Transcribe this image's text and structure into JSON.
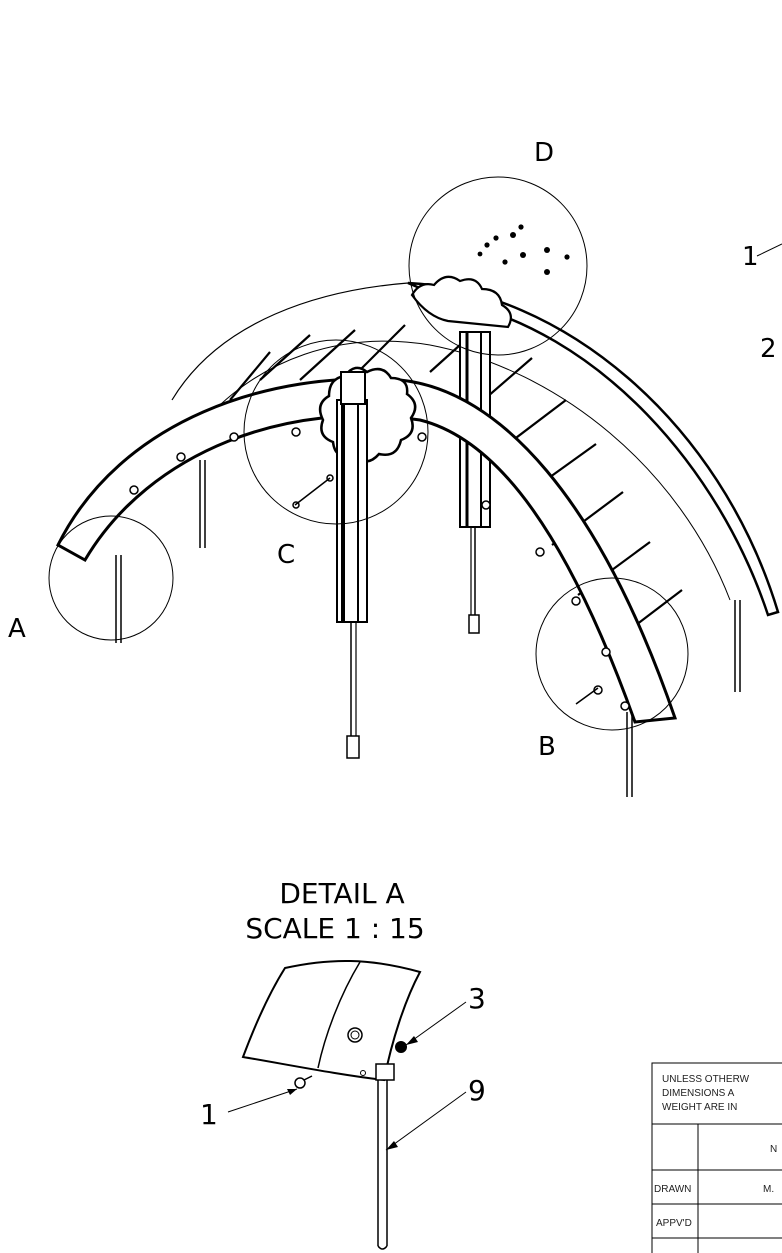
{
  "detail_labels": {
    "A": "A",
    "B": "B",
    "C": "C",
    "D": "D"
  },
  "detail_view": {
    "title": "DETAIL A",
    "scale": "SCALE 1 : 15"
  },
  "balloons": {
    "main_1": "1",
    "main_2": "2",
    "detail_3": "3",
    "detail_9": "9",
    "detail_1": "1"
  },
  "title_block": {
    "note_line1": "UNLESS OTHERW",
    "note_line2": "DIMENSIONS A",
    "note_line3": "WEIGHT ARE IN",
    "header_cell": "N",
    "drawn_label": "DRAWN",
    "drawn_value": "M.",
    "approved_label": "APPV'D"
  }
}
